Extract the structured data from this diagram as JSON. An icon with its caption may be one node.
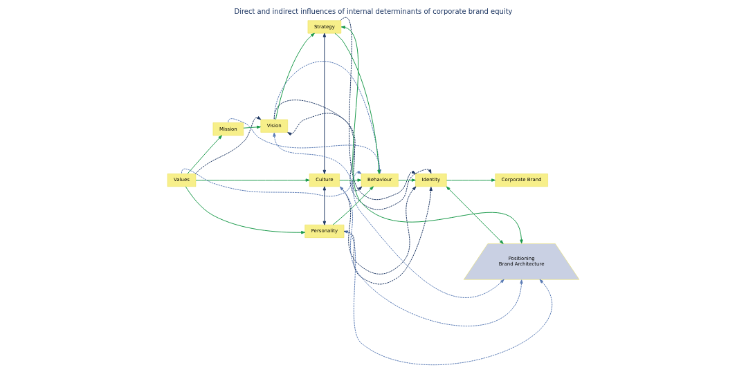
{
  "diagram": {
    "title": "Direct and indirect influences of internal determinants of corporate brand equity",
    "nodes": [
      {
        "text": [
          "Values"
        ]
      },
      {
        "text": [
          "Mission"
        ]
      },
      {
        "text": [
          "Vision"
        ]
      },
      {
        "text": [
          "Strategy"
        ]
      },
      {
        "text": [
          "Culture"
        ]
      },
      {
        "text": [
          "Behaviour"
        ]
      },
      {
        "text": [
          "Identity"
        ]
      },
      {
        "text": [
          "Corporate Brand"
        ]
      },
      {
        "text": [
          "Positioning",
          "Brand Architecture"
        ]
      },
      {
        "text": [
          "Personality"
        ]
      }
    ],
    "edges": [
      {
        "from": 0,
        "to": 1,
        "arrow": "to"
      },
      {
        "from": 1,
        "to": 2,
        "arrow": "to"
      },
      {
        "from": 2,
        "to": 3,
        "arrow": "to"
      },
      {
        "from": 3,
        "to": 5,
        "arrow": "to"
      },
      {
        "from": 0,
        "to": 4,
        "arrow": "to"
      },
      {
        "from": 0,
        "to": 9,
        "arrow": "to"
      },
      {
        "from": 4,
        "to": 5,
        "arrow": "to"
      },
      {
        "from": 5,
        "to": 6,
        "arrow": "to"
      },
      {
        "from": 6,
        "to": 7,
        "arrow": "to"
      },
      {
        "from": 9,
        "to": 5,
        "arrow": "to"
      },
      {
        "from": 8,
        "to": 3,
        "arrow": "both"
      },
      {
        "from": 8,
        "to": 6,
        "arrow": "both"
      },
      {
        "from": 3,
        "to": 4,
        "arrow": "both",
        "color": "#1f3864"
      },
      {
        "from": 4,
        "to": 9,
        "arrow": "both",
        "color": "#1f3864"
      },
      {
        "from": 0,
        "to": 5,
        "arrow": "to",
        "style": "dashed",
        "color": "#5a7bb5"
      },
      {
        "from": 1,
        "to": 5,
        "arrow": "to",
        "style": "dashed",
        "color": "#5a7bb5"
      },
      {
        "from": 2,
        "to": 5,
        "arrow": "to",
        "style": "dashed",
        "color": "#5a7bb5"
      },
      {
        "from": 0,
        "to": 2,
        "arrow": "to",
        "style": "dashed",
        "color": "#1f3864"
      },
      {
        "from": 2,
        "to": 6,
        "arrow": "to",
        "style": "dashed",
        "color": "#1f3864"
      },
      {
        "from": 3,
        "to": 6,
        "arrow": "to",
        "style": "dashed",
        "color": "#1f3864"
      },
      {
        "from": 5,
        "to": 2,
        "arrow": "both",
        "style": "dashed",
        "color": "#1f3864"
      },
      {
        "from": 4,
        "to": 6,
        "arrow": "to",
        "style": "dashed",
        "color": "#1f3864"
      },
      {
        "from": 9,
        "to": 6,
        "arrow": "to",
        "style": "dashed",
        "color": "#1f3864"
      },
      {
        "from": 8,
        "to": 2,
        "arrow": "both",
        "style": "dashed",
        "color": "#5a7bb5"
      },
      {
        "from": 8,
        "to": 4,
        "arrow": "both",
        "style": "dashed",
        "color": "#5a7bb5"
      },
      {
        "from": 8,
        "to": 9,
        "arrow": "both",
        "style": "dashed",
        "color": "#5a7bb5"
      }
    ]
  }
}
